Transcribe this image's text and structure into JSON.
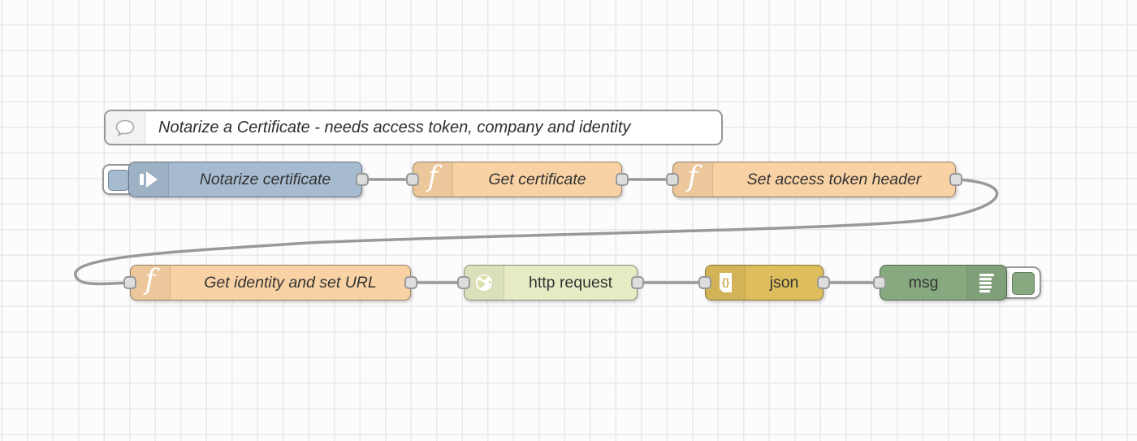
{
  "app": {
    "name": "node-red-flow-editor"
  },
  "comment": {
    "label": "Notarize a Certificate - needs access token, company and identity",
    "icon": "speech-bubble-icon"
  },
  "nodes": [
    {
      "type": "inject",
      "label": "Notarize certificate",
      "icon": "inject-arrow-icon"
    },
    {
      "type": "function",
      "label": "Get certificate",
      "icon": "function-f-icon"
    },
    {
      "type": "function",
      "label": "Set access token header",
      "icon": "function-f-icon"
    },
    {
      "type": "function",
      "label": "Get identity and set URL",
      "icon": "function-f-icon"
    },
    {
      "type": "http request",
      "label": "http request",
      "icon": "globe-icon"
    },
    {
      "type": "json",
      "label": "json",
      "icon": "json-file-icon"
    },
    {
      "type": "debug",
      "label": "msg",
      "icon": "debug-list-icon"
    }
  ],
  "icons": {
    "function_glyph": "f",
    "json_glyph": "{}"
  },
  "colors": {
    "inject": "#a6bbcf",
    "function": "#f8d2a4",
    "httpRequest": "#e7ebc4",
    "json": "#debd5c",
    "debug": "#87a980",
    "wire": "#999999",
    "portFill": "#dddddd",
    "portBorder": "#999999",
    "labelText": "#333333",
    "grid": "#e9e9e9"
  }
}
